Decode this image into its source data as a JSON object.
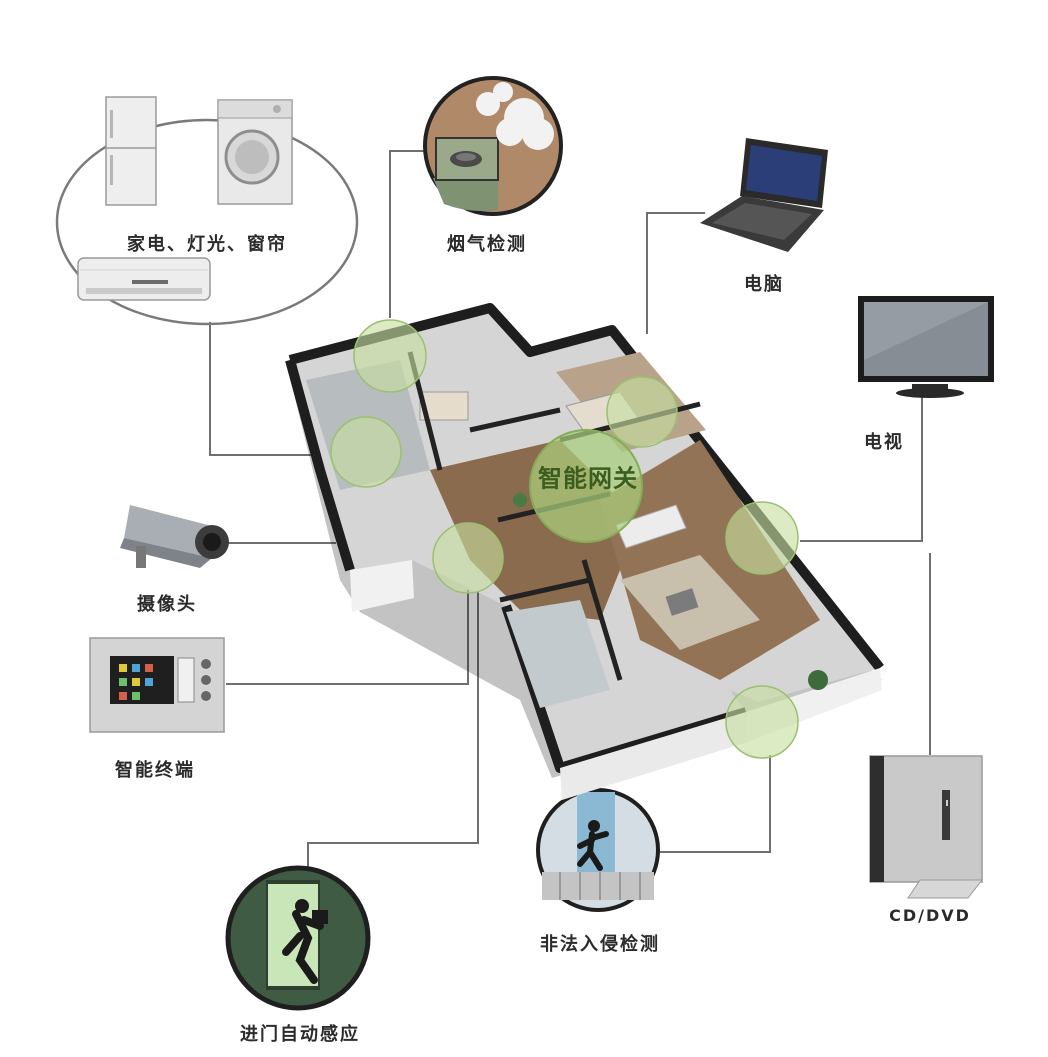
{
  "diagram": {
    "hub": {
      "label": "智能网关"
    },
    "devices": {
      "appliances": {
        "label": "家电、灯光、窗帘"
      },
      "gas": {
        "label": "烟气检测"
      },
      "laptop": {
        "label": "电脑"
      },
      "tv": {
        "label": "电视"
      },
      "camera": {
        "label": "摄像头"
      },
      "terminal": {
        "label": "智能终端"
      },
      "door": {
        "label": "进门自动感应"
      },
      "intrusion": {
        "label": "非法入侵检测"
      },
      "dvd": {
        "label": "CD/DVD"
      }
    }
  },
  "colors": {
    "line": "#6f6f6f",
    "sensor_fill": "#c6dfa0",
    "hub_fill": "#a9cf7c",
    "wall": "#1e1e1e",
    "floor": "#8b6b4d",
    "carpet": "#c8c0ad"
  }
}
